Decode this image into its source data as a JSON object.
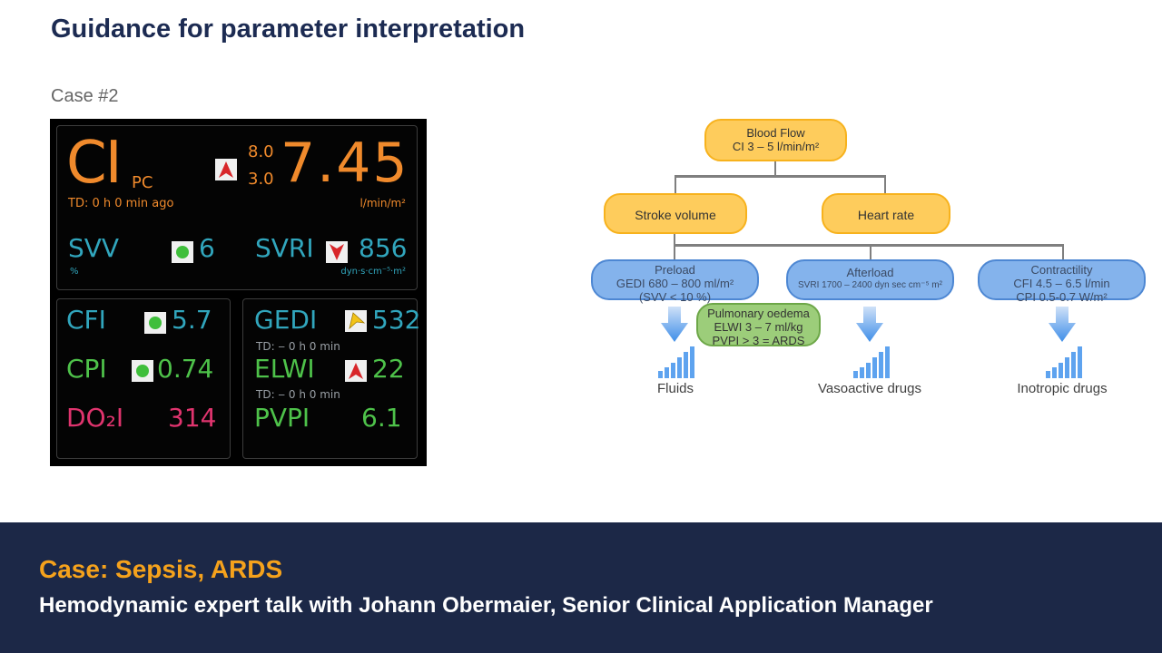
{
  "page": {
    "title": "Guidance for parameter interpretation",
    "case_label": "Case #2"
  },
  "monitor": {
    "ci": {
      "label": "CI",
      "sub": "PC",
      "td": "TD: 0 h 0 min ago",
      "high": "8.0",
      "low": "3.0",
      "value": "7.45",
      "unit": "l/min/m²"
    },
    "svv": {
      "label": "SVV",
      "unit": "%",
      "value": "6"
    },
    "svri": {
      "label": "SVRI",
      "value": "856",
      "unit": "dyn·s·cm⁻⁵·m²"
    },
    "cfi": {
      "label": "CFI",
      "value": "5.7"
    },
    "cpi": {
      "label": "CPI",
      "value": "0.74"
    },
    "do2i": {
      "label": "DO₂I",
      "value": "314"
    },
    "gedi": {
      "label": "GEDI",
      "value": "532",
      "td": "TD: ‒ 0 h 0 min"
    },
    "elwi": {
      "label": "ELWI",
      "value": "22",
      "td": "TD: ‒ 0 h 0 min"
    },
    "pvpi": {
      "label": "PVPI",
      "value": "6.1"
    }
  },
  "diagram": {
    "blood_flow": {
      "line1": "Blood Flow",
      "line2": "CI  3 – 5 l/min/m²"
    },
    "stroke_volume": "Stroke volume",
    "heart_rate": "Heart rate",
    "preload": {
      "line1": "Preload",
      "line2": "GEDI  680 – 800 ml/m²",
      "line3": "(SVV < 10 %)"
    },
    "afterload": {
      "line1": "Afterload",
      "line2": "SVRI 1700 – 2400 dyn sec cm⁻⁵ m²"
    },
    "contractility": {
      "line1": "Contractility",
      "line2": "CFI  4.5 – 6.5 l/min",
      "line3": "CPI 0.5-0.7 W/m²"
    },
    "pulmonary": {
      "line1": "Pulmonary oedema",
      "line2": "ELWI   3 – 7 ml/kg",
      "line3": "PVPI > 3 = ARDS"
    },
    "fluids": "Fluids",
    "vasoactive": "Vasoactive drugs",
    "inotropic": "Inotropic drugs"
  },
  "footer": {
    "line1": "Case: Sepsis, ARDS",
    "line2": "Hemodynamic expert talk with Johann Obermaier, Senior Clinical Application Manager"
  },
  "icons": [
    "arrow-up-icon",
    "arrow-down-icon",
    "green-dot-icon",
    "arrow-diagonal-icon",
    "down-arrow-icon",
    "bar-chart-icon"
  ],
  "colors": {
    "ci": "#f08a2c",
    "teal": "#31a6bd",
    "green": "#4ec24a",
    "pink": "#e0346e",
    "footer_bg": "#1c2847",
    "footer_accent": "#f5a21c"
  }
}
